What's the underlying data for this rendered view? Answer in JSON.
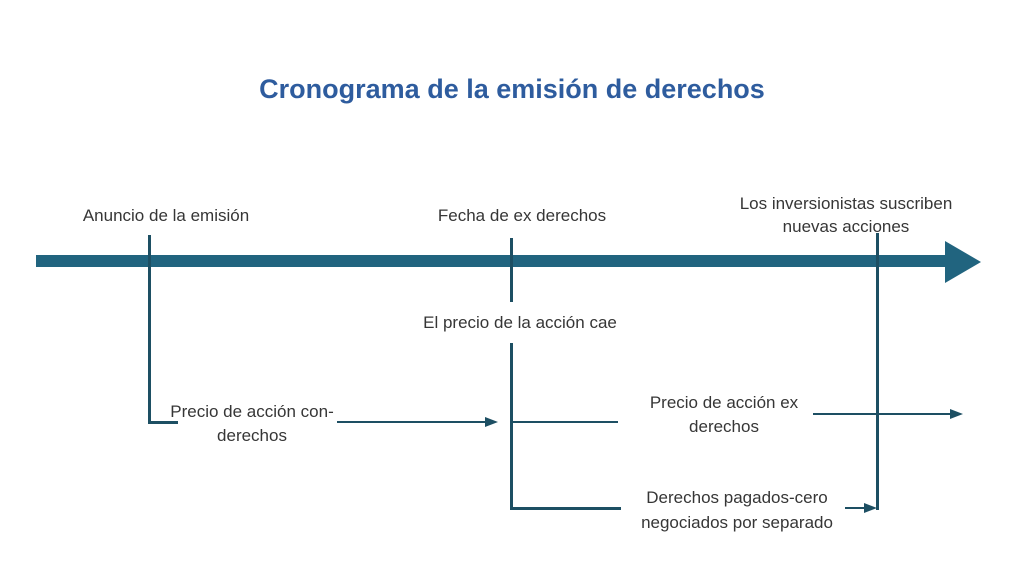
{
  "slide": {
    "title": "Cronograma de la emisión de derechos"
  },
  "timeline": {
    "milestones": [
      {
        "label": "Anuncio de la emisión"
      },
      {
        "label": "Fecha de ex derechos"
      },
      {
        "label": "Los inversionistas suscriben nuevas acciones"
      }
    ]
  },
  "annotations": {
    "price_falls": "El precio de la acción cae",
    "cum_rights_price": "Precio de acción con-derechos",
    "ex_rights_price": "Precio de acción ex derechos",
    "rights_traded": "Derechos pagados-cero negociados por separado"
  },
  "colors": {
    "title": "#2e5c9e",
    "timeline_bar": "#21647f",
    "connector_line": "#1d4f63",
    "label_text": "#363636",
    "background": "#ffffff"
  }
}
